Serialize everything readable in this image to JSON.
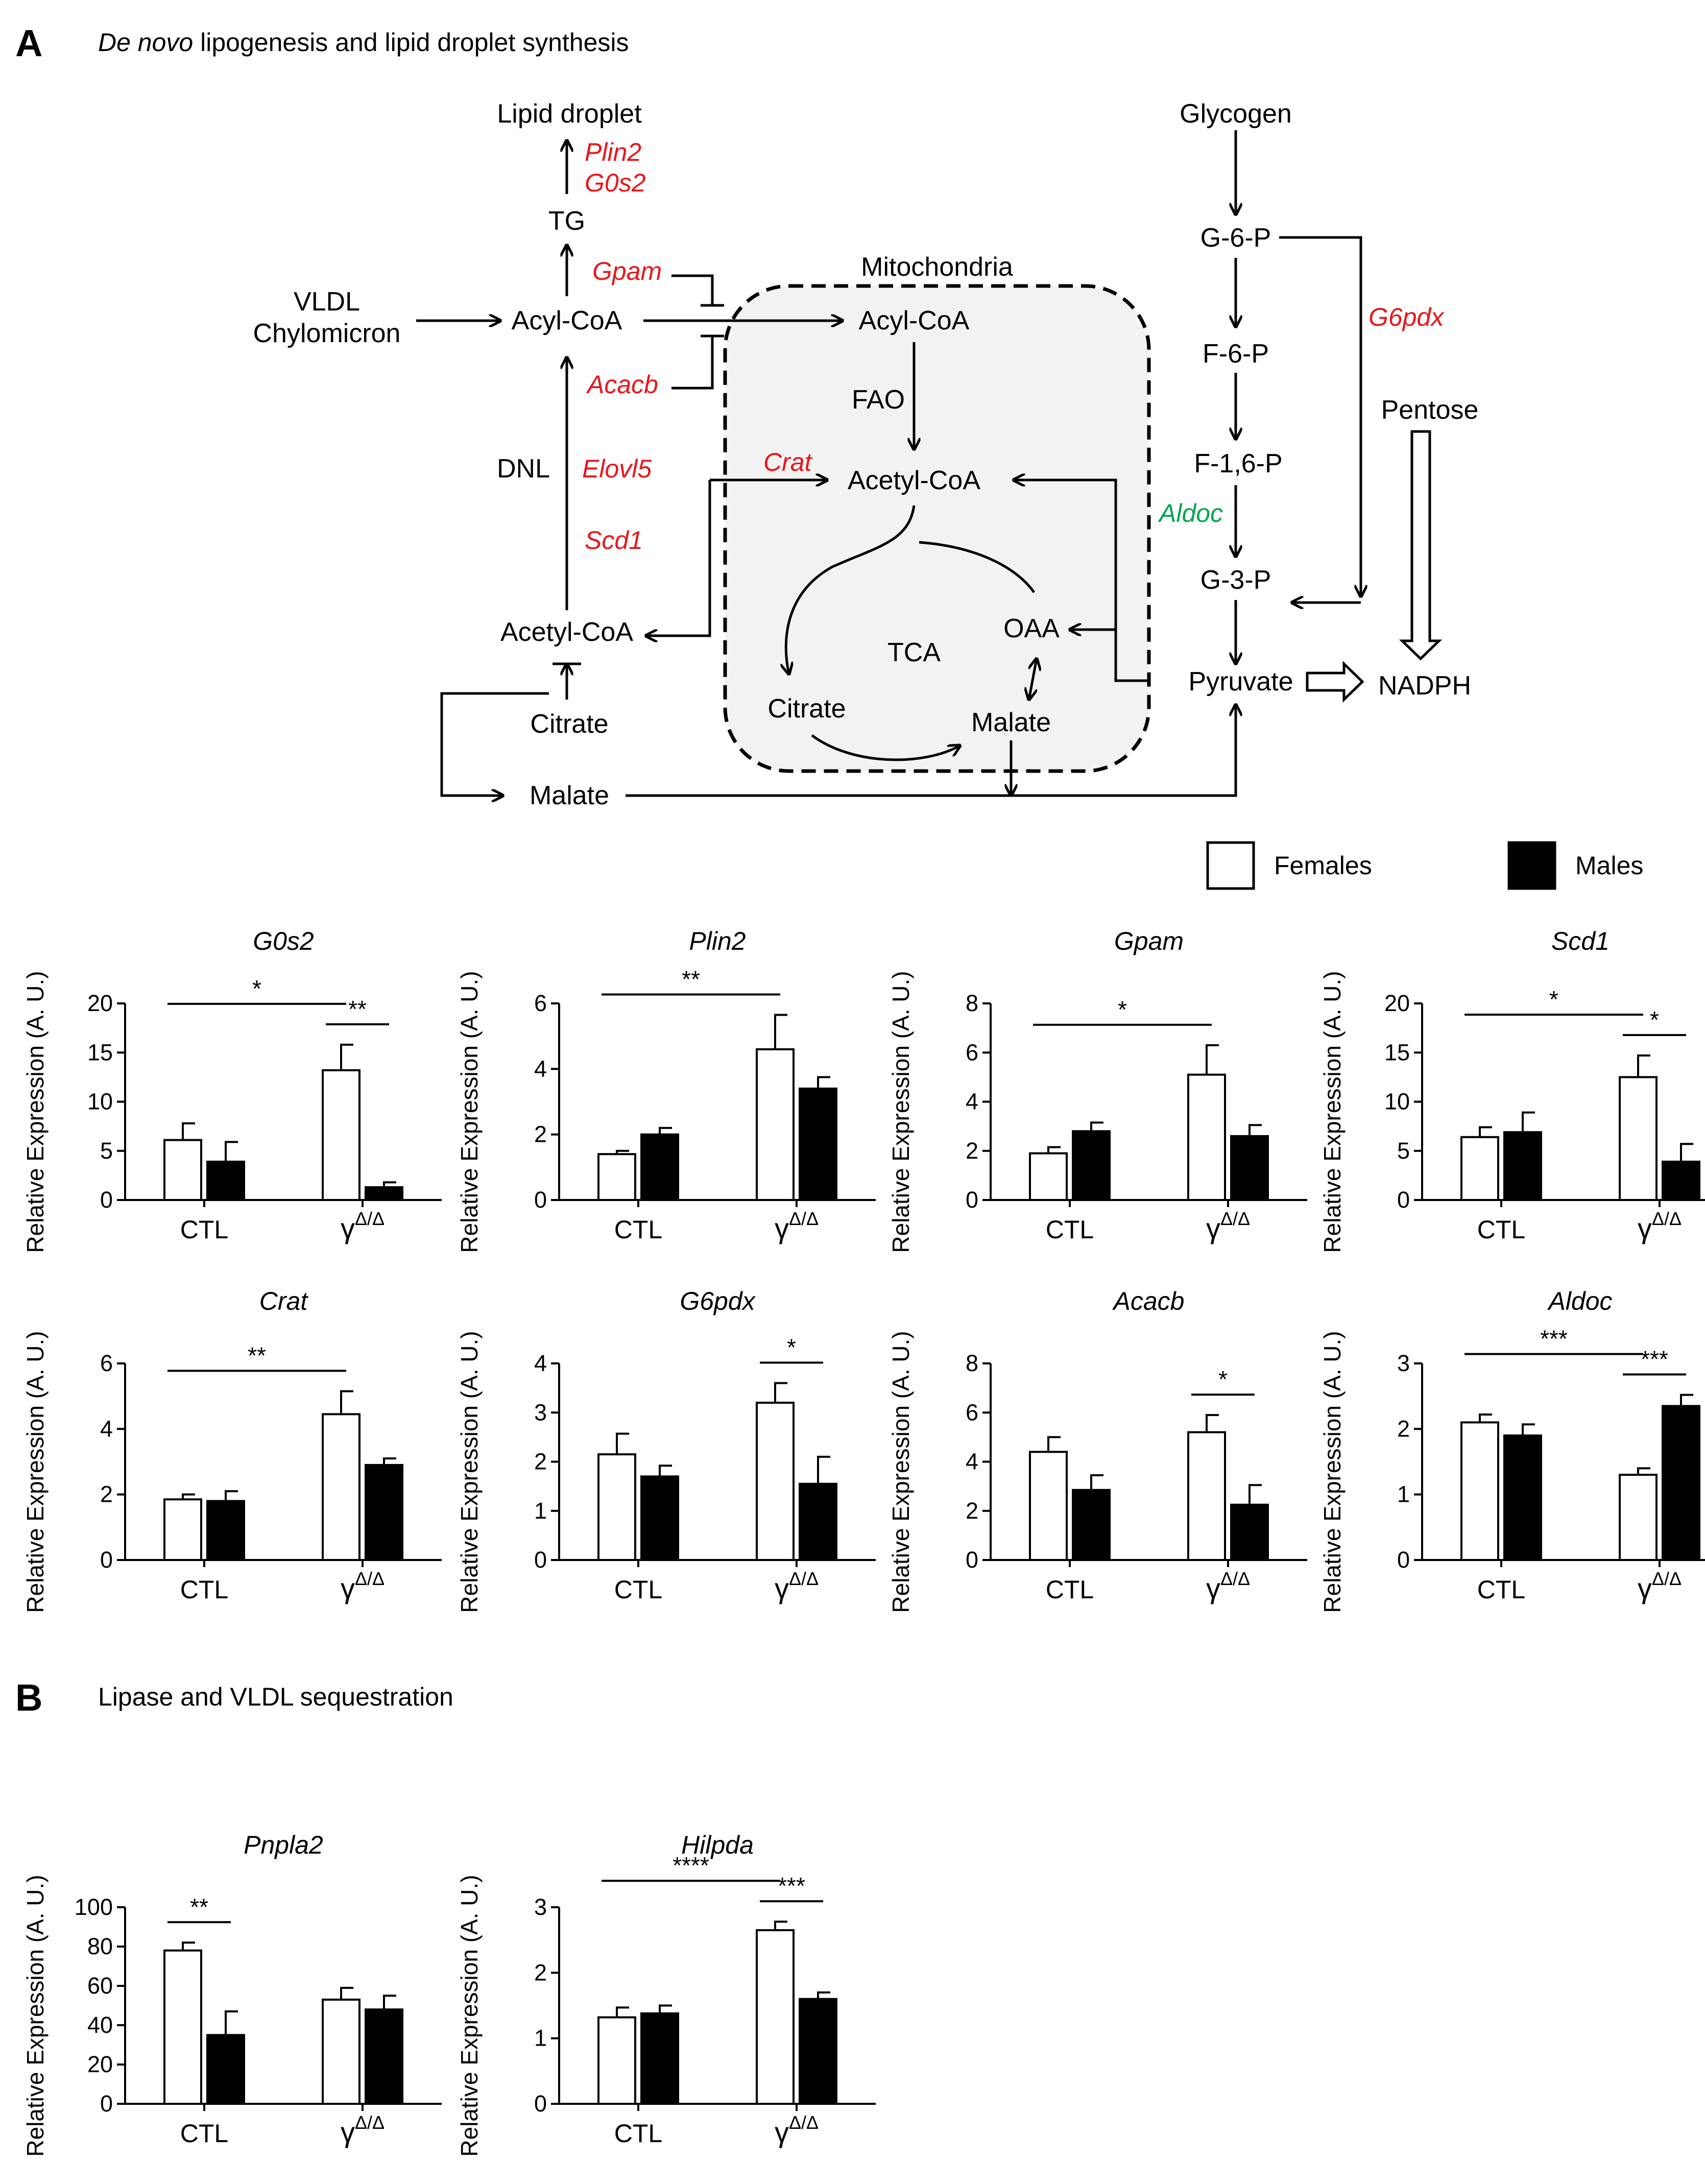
{
  "panels": {
    "a": {
      "letter": "A",
      "title_em": "De novo",
      "title_rest": " lipogenesis and lipid droplet synthesis"
    },
    "b": {
      "letter": "B",
      "title": "Lipase and VLDL sequestration"
    }
  },
  "colors": {
    "female": "#ffffff",
    "male": "#000000",
    "regulated_up": "#e8161b",
    "regulated_down": "#00a651",
    "mito_fill": "#f2f2f2"
  },
  "pathway": {
    "nodes": {
      "lipid_droplet": "Lipid droplet",
      "tg": "TG",
      "vldl_line1": "VLDL",
      "vldl_line2": "Chylomicron",
      "acyl_coa": "Acyl-CoA",
      "dnl": "DNL",
      "acetyl_coa_cyto": "Acetyl-CoA",
      "citrate_cyto": "Citrate",
      "malate_cyto": "Malate",
      "mitochondria": "Mitochondria",
      "acyl_coa_mito": "Acyl-CoA",
      "fao": "FAO",
      "acetyl_coa_mito": "Acetyl-CoA",
      "tca": "TCA",
      "oaa": "OAA",
      "citrate_mito": "Citrate",
      "malate_mito": "Malate",
      "glycogen": "Glycogen",
      "g6p": "G-6-P",
      "f6p": "F-6-P",
      "f16p": "F-1,6-P",
      "g3p": "G-3-P",
      "pyruvate": "Pyruvate",
      "pentose": "Pentose",
      "nadph": "NADPH"
    },
    "genes": {
      "plin2": "Plin2",
      "g0s2": "G0s2",
      "gpam": "Gpam",
      "acacb": "Acacb",
      "elovl5": "Elovl5",
      "scd1": "Scd1",
      "crat": "Crat",
      "g6pdx": "G6pdx",
      "aldoc": "Aldoc"
    }
  },
  "legend": {
    "female": "Females",
    "male": "Males"
  },
  "axis": {
    "ylabel": "Relative Expression (A. U.)",
    "cat_ctl": "CTL",
    "cat_mut_base": "γ",
    "cat_mut_sup": "Δ/Δ"
  },
  "chart_data": [
    {
      "type": "bar",
      "title": "G0s2",
      "categories": [
        "CTL",
        "γΔ/Δ"
      ],
      "ylim": [
        0,
        20
      ],
      "yticks": [
        0,
        5,
        10,
        15,
        20
      ],
      "series": [
        {
          "name": "Females",
          "values": [
            6.1,
            13.2
          ],
          "errors": [
            1.7,
            2.6
          ]
        },
        {
          "name": "Males",
          "values": [
            3.9,
            1.3
          ],
          "errors": [
            2.0,
            0.5
          ]
        }
      ],
      "significance": [
        {
          "from": [
            0,
            0
          ],
          "to": [
            1,
            0
          ],
          "label": "*"
        },
        {
          "from": [
            1,
            0
          ],
          "to": [
            1,
            1
          ],
          "label": "**"
        }
      ]
    },
    {
      "type": "bar",
      "title": "Plin2",
      "categories": [
        "CTL",
        "γΔ/Δ"
      ],
      "ylim": [
        0,
        6
      ],
      "yticks": [
        0,
        2,
        4,
        6
      ],
      "series": [
        {
          "name": "Females",
          "values": [
            1.4,
            4.6
          ],
          "errors": [
            0.1,
            1.05
          ]
        },
        {
          "name": "Males",
          "values": [
            2.0,
            3.4
          ],
          "errors": [
            0.2,
            0.35
          ]
        }
      ],
      "significance": [
        {
          "from": [
            0,
            0
          ],
          "to": [
            1,
            0
          ],
          "label": "**"
        }
      ]
    },
    {
      "type": "bar",
      "title": "Gpam",
      "categories": [
        "CTL",
        "γΔ/Δ"
      ],
      "ylim": [
        0,
        8
      ],
      "yticks": [
        0,
        2,
        4,
        6,
        8
      ],
      "series": [
        {
          "name": "Females",
          "values": [
            1.9,
            5.1
          ],
          "errors": [
            0.25,
            1.2
          ]
        },
        {
          "name": "Males",
          "values": [
            2.8,
            2.6
          ],
          "errors": [
            0.35,
            0.45
          ]
        }
      ],
      "significance": [
        {
          "from": [
            0,
            0
          ],
          "to": [
            1,
            0
          ],
          "label": "*"
        }
      ]
    },
    {
      "type": "bar",
      "title": "Scd1",
      "categories": [
        "CTL",
        "γΔ/Δ"
      ],
      "ylim": [
        0,
        20
      ],
      "yticks": [
        0,
        5,
        10,
        15,
        20
      ],
      "series": [
        {
          "name": "Females",
          "values": [
            6.4,
            12.5
          ],
          "errors": [
            1.0,
            2.2
          ]
        },
        {
          "name": "Males",
          "values": [
            6.9,
            3.9
          ],
          "errors": [
            2.0,
            1.8
          ]
        }
      ],
      "significance": [
        {
          "from": [
            0,
            0
          ],
          "to": [
            1,
            0
          ],
          "label": "*"
        },
        {
          "from": [
            1,
            0
          ],
          "to": [
            1,
            1
          ],
          "label": "*"
        }
      ]
    },
    {
      "type": "bar",
      "title": "Crat",
      "categories": [
        "CTL",
        "γΔ/Δ"
      ],
      "ylim": [
        0,
        6
      ],
      "yticks": [
        0,
        2,
        4,
        6
      ],
      "series": [
        {
          "name": "Females",
          "values": [
            1.85,
            4.45
          ],
          "errors": [
            0.15,
            0.7
          ]
        },
        {
          "name": "Males",
          "values": [
            1.8,
            2.9
          ],
          "errors": [
            0.3,
            0.2
          ]
        }
      ],
      "significance": [
        {
          "from": [
            0,
            0
          ],
          "to": [
            1,
            0
          ],
          "label": "**"
        }
      ]
    },
    {
      "type": "bar",
      "title": "G6pdx",
      "categories": [
        "CTL",
        "γΔ/Δ"
      ],
      "ylim": [
        0,
        4
      ],
      "yticks": [
        0,
        1,
        2,
        3,
        4
      ],
      "series": [
        {
          "name": "Females",
          "values": [
            2.15,
            3.2
          ],
          "errors": [
            0.42,
            0.4
          ]
        },
        {
          "name": "Males",
          "values": [
            1.7,
            1.55
          ],
          "errors": [
            0.22,
            0.55
          ]
        }
      ],
      "significance": [
        {
          "from": [
            1,
            0
          ],
          "to": [
            1,
            1
          ],
          "label": "*"
        }
      ]
    },
    {
      "type": "bar",
      "title": "Acacb",
      "categories": [
        "CTL",
        "γΔ/Δ"
      ],
      "ylim": [
        0,
        8
      ],
      "yticks": [
        0,
        2,
        4,
        6,
        8
      ],
      "series": [
        {
          "name": "Females",
          "values": [
            4.4,
            5.2
          ],
          "errors": [
            0.6,
            0.7
          ]
        },
        {
          "name": "Males",
          "values": [
            2.85,
            2.25
          ],
          "errors": [
            0.6,
            0.8
          ]
        }
      ],
      "significance": [
        {
          "from": [
            1,
            0
          ],
          "to": [
            1,
            1
          ],
          "label": "*"
        }
      ]
    },
    {
      "type": "bar",
      "title": "Aldoc",
      "categories": [
        "CTL",
        "γΔ/Δ"
      ],
      "ylim": [
        0,
        3
      ],
      "yticks": [
        0,
        1,
        2,
        3
      ],
      "series": [
        {
          "name": "Females",
          "values": [
            2.1,
            1.3
          ],
          "errors": [
            0.12,
            0.1
          ]
        },
        {
          "name": "Males",
          "values": [
            1.9,
            2.35
          ],
          "errors": [
            0.17,
            0.17
          ]
        }
      ],
      "significance": [
        {
          "from": [
            0,
            0
          ],
          "to": [
            1,
            0
          ],
          "label": "***"
        },
        {
          "from": [
            1,
            0
          ],
          "to": [
            1,
            1
          ],
          "label": "***"
        }
      ]
    },
    {
      "type": "bar",
      "title": "Pnpla2",
      "categories": [
        "CTL",
        "γΔ/Δ"
      ],
      "ylim": [
        0,
        100
      ],
      "yticks": [
        0,
        20,
        40,
        60,
        80,
        100
      ],
      "series": [
        {
          "name": "Females",
          "values": [
            78,
            53
          ],
          "errors": [
            4,
            6
          ]
        },
        {
          "name": "Males",
          "values": [
            35,
            48
          ],
          "errors": [
            12,
            7
          ]
        }
      ],
      "significance": [
        {
          "from": [
            0,
            0
          ],
          "to": [
            0,
            1
          ],
          "label": "**"
        }
      ]
    },
    {
      "type": "bar",
      "title": "Hilpda",
      "categories": [
        "CTL",
        "γΔ/Δ"
      ],
      "ylim": [
        0,
        3
      ],
      "yticks": [
        0,
        1,
        2,
        3
      ],
      "series": [
        {
          "name": "Females",
          "values": [
            1.32,
            2.65
          ],
          "errors": [
            0.15,
            0.13
          ]
        },
        {
          "name": "Males",
          "values": [
            1.38,
            1.6
          ],
          "errors": [
            0.12,
            0.1
          ]
        }
      ],
      "significance": [
        {
          "from": [
            0,
            0
          ],
          "to": [
            1,
            0
          ],
          "label": "****"
        },
        {
          "from": [
            1,
            0
          ],
          "to": [
            1,
            1
          ],
          "label": "***"
        }
      ]
    }
  ]
}
